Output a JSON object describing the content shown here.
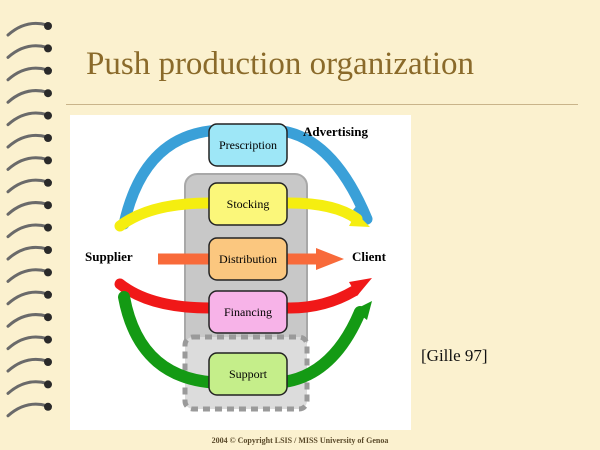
{
  "slide": {
    "title": "Push production organization",
    "citation": "[Gille 97]",
    "footer": "2004 © Copyright LSIS / MISS University of Genoa"
  },
  "diagram": {
    "labels": {
      "advertising": "Advertising",
      "supplier": "Supplier",
      "client": "Client"
    },
    "boxes": [
      {
        "label": "Prescription",
        "color": "#9ee7f7"
      },
      {
        "label": "Stocking",
        "color": "#fbf77a"
      },
      {
        "label": "Distribution",
        "color": "#fbc77f"
      },
      {
        "label": "Financing",
        "color": "#f7b3e8"
      },
      {
        "label": "Support",
        "color": "#c5ee8a"
      }
    ],
    "arrows": [
      {
        "name": "prescription-arrow",
        "color": "#3aa0d8"
      },
      {
        "name": "stocking-arrow",
        "color": "#f5ee10"
      },
      {
        "name": "distribution-arrow",
        "color": "#f86a3a"
      },
      {
        "name": "financing-arrow",
        "color": "#f01818"
      },
      {
        "name": "support-arrow",
        "color": "#149a14"
      }
    ]
  }
}
